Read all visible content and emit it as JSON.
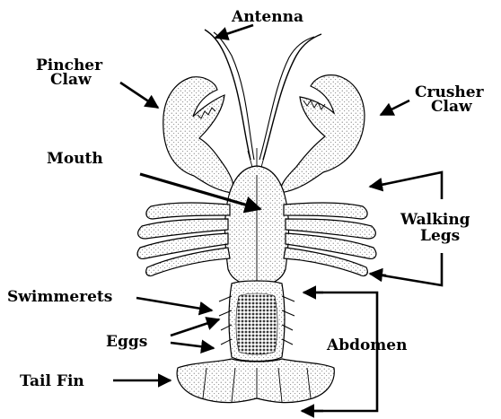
{
  "labels": {
    "antenna": "Antenna",
    "pincher_claw_1": "Pincher",
    "pincher_claw_2": "Claw",
    "crusher_claw_1": "Crusher",
    "crusher_claw_2": "Claw",
    "mouth": "Mouth",
    "walking_legs_1": "Walking",
    "walking_legs_2": "Legs",
    "swimmerets": "Swimmerets",
    "eggs": "Eggs",
    "abdomen": "Abdomen",
    "tail_fin": "Tail Fin"
  },
  "colors": {
    "ink": "#000000",
    "body_fill": "#ffffff",
    "stipple": "#555555",
    "egg_fill": "#3a3a3a"
  }
}
